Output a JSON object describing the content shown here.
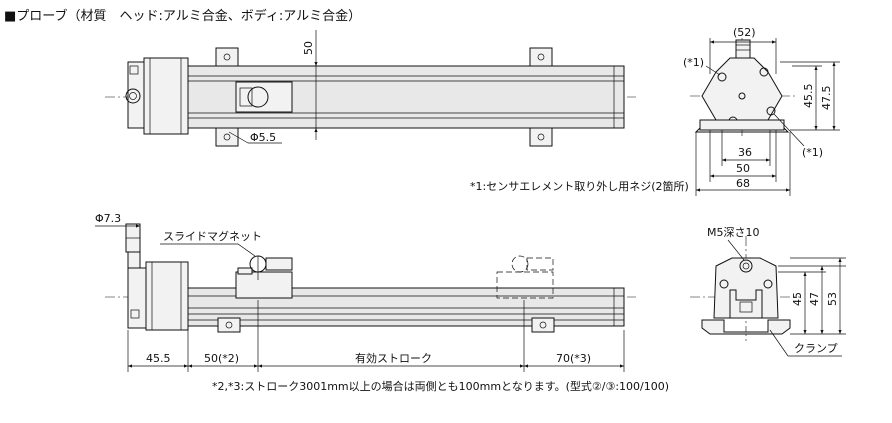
{
  "header": {
    "title": "■プローブ（材質　ヘッド:アルミ合金、ボディ:アルミ合金）"
  },
  "top_view": {
    "dim_height": "50",
    "dim_hole": "Φ5.5"
  },
  "end_view_top": {
    "dim_top": "(52)",
    "dim_36": "36",
    "dim_50": "50",
    "dim_68": "68",
    "dim_45_5": "45.5",
    "dim_47_5": "47.5",
    "callout_left": "(*1)",
    "callout_right": "(*1)",
    "note": "*1:センサエレメント取り外し用ネジ(2箇所)"
  },
  "side_view": {
    "dim_cable": "Φ7.3",
    "label_magnet": "スライドマグネット",
    "dim_45_5": "45.5",
    "dim_50": "50(*2)",
    "dim_stroke": "有効ストローク",
    "dim_70": "70(*3)",
    "note": "*2,*3:ストローク3001mm以上の場合は両側とも100mmとなります。(型式②/③:100/100)"
  },
  "end_view_bottom": {
    "label_screw": "M5深さ10",
    "dim_45": "45",
    "dim_47": "47",
    "dim_53": "53",
    "label_clamp": "クランプ"
  }
}
